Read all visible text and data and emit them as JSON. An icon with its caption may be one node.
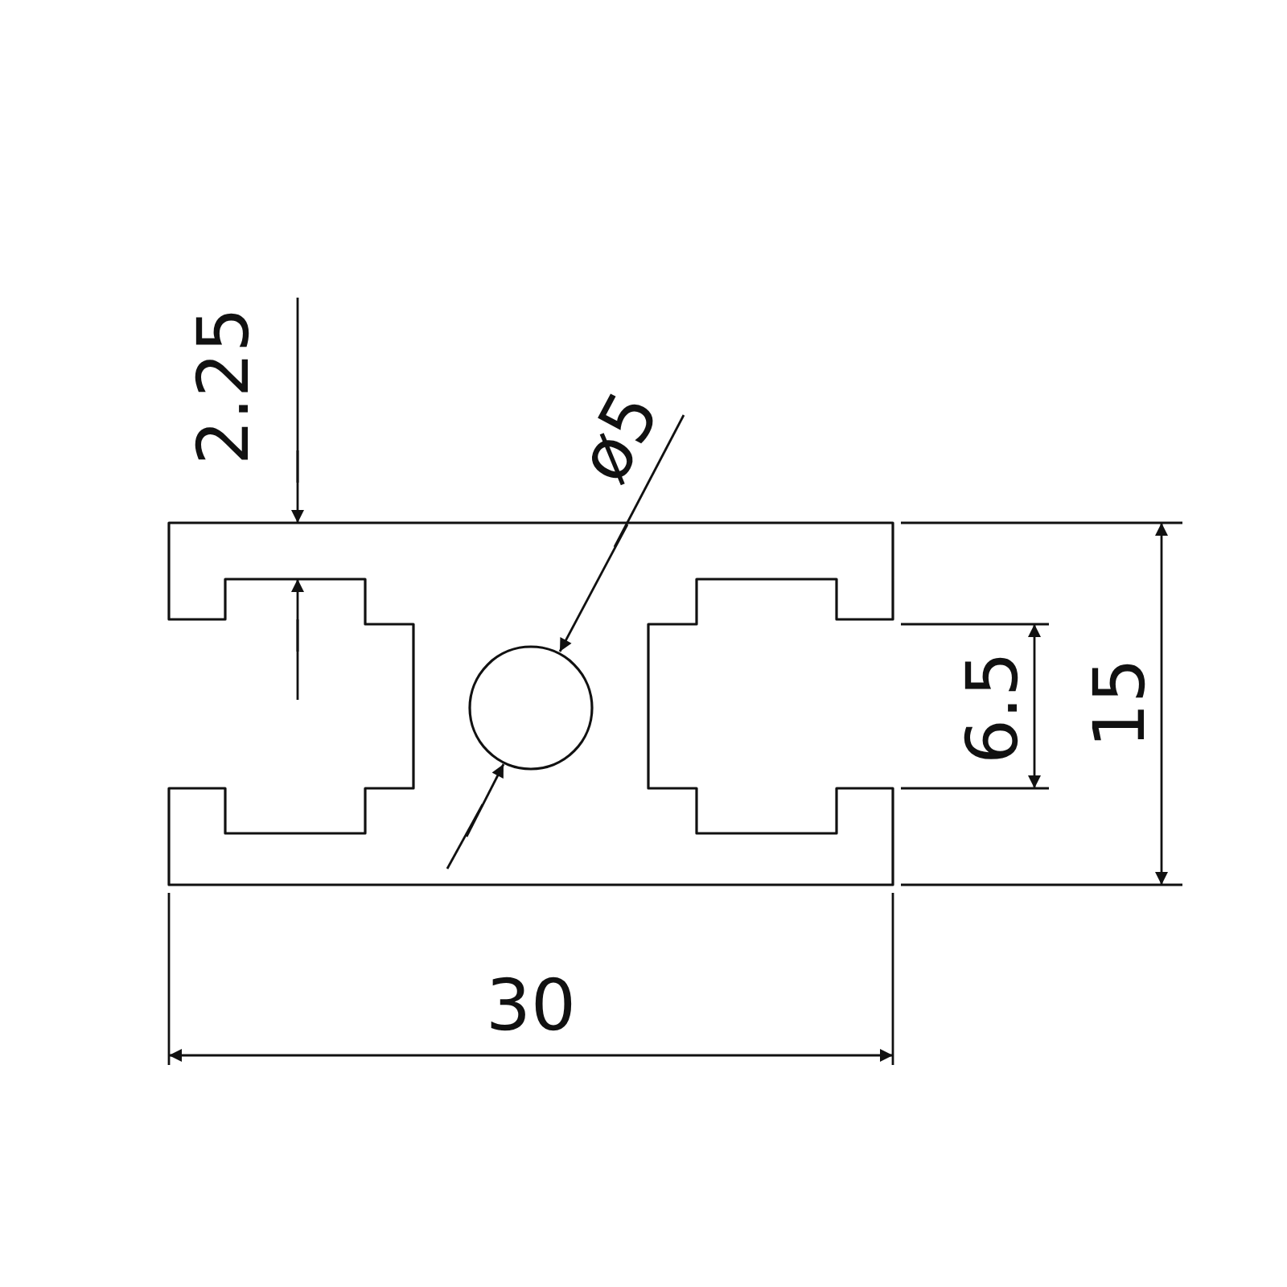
{
  "diagram": {
    "labels": [
      "2.25",
      "ø5",
      "6.5",
      "15",
      "30"
    ]
  }
}
